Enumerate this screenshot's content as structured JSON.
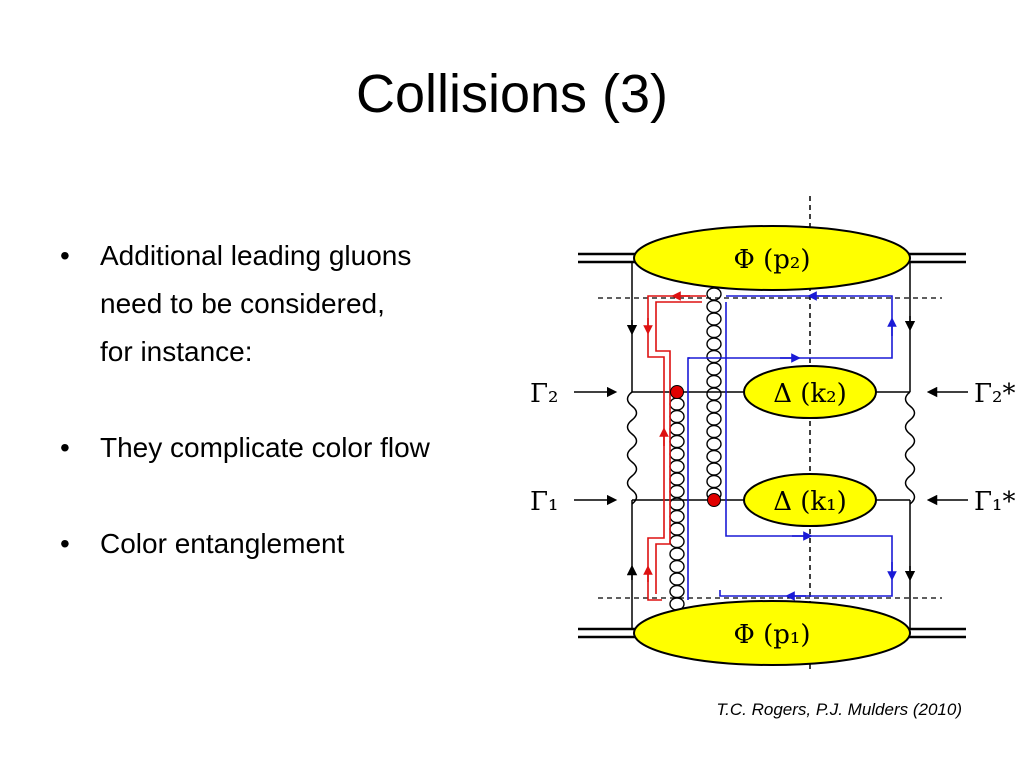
{
  "slide": {
    "title": "Collisions (3)",
    "bullets": [
      {
        "lines": [
          "Additional leading gluons",
          "need to be considered,",
          "for instance:"
        ]
      },
      {
        "lines": [
          "They complicate color flow"
        ]
      },
      {
        "lines": [
          "Color entanglement"
        ]
      }
    ],
    "credit": "T.C. Rogers, P.J. Mulders (2010)"
  },
  "diagram": {
    "blobs": {
      "top": "Φ (p₂)",
      "bottom": "Φ (p₁)",
      "upper": "Δ (k₂)",
      "lower": "Δ (k₁)"
    },
    "vertices": {
      "left_upper": "Γ₂",
      "left_lower": "Γ₁",
      "right_upper": "Γ₂*",
      "right_lower": "Γ₁*"
    },
    "colors": {
      "blob_fill": "#ffff00",
      "color_flow_red": "#dd1111",
      "color_flow_blue": "#1a1ad6",
      "vertex_dot": "#e00000"
    }
  }
}
